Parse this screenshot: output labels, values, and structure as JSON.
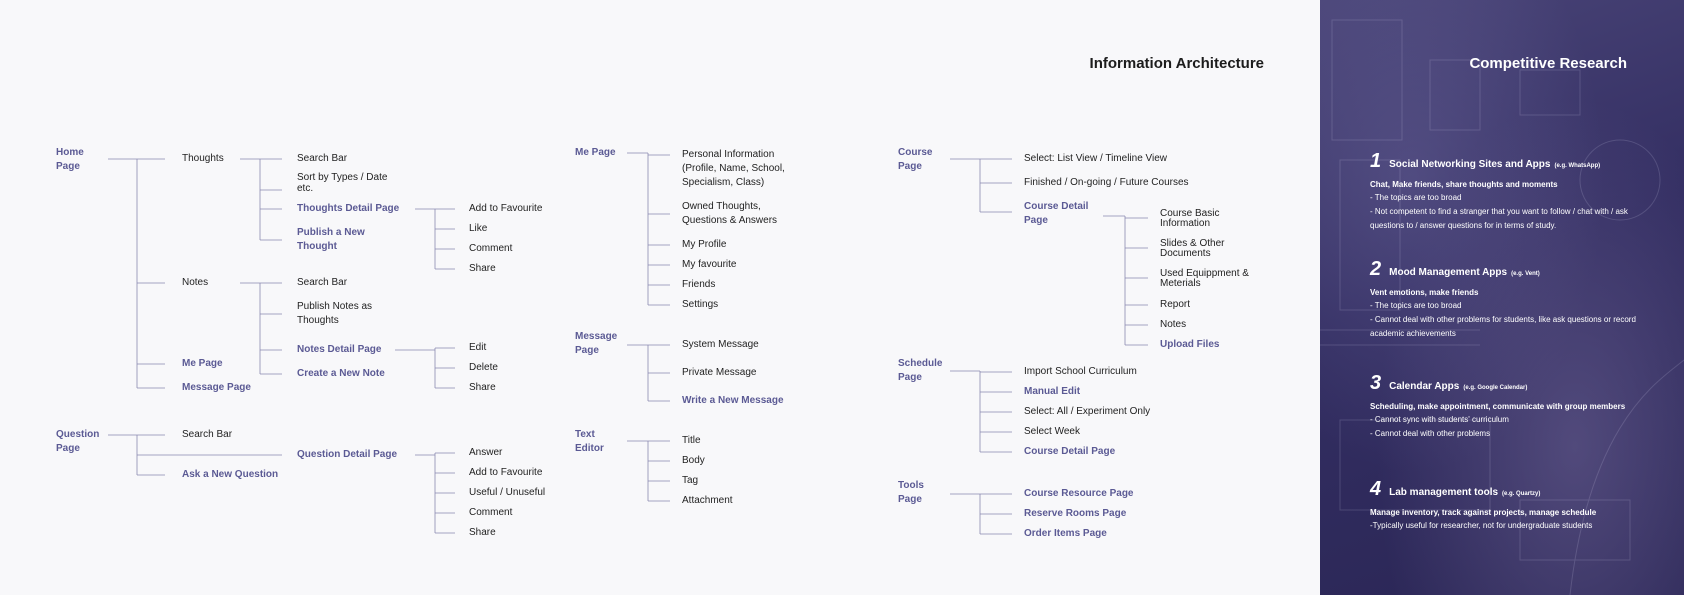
{
  "ia": {
    "title": "Information Architecture",
    "col1": {
      "home_page": "Home Page",
      "thoughts": "Thoughts",
      "thoughts_children": [
        "Search Bar",
        "Sort by Types / Date etc.",
        "Thoughts Detail Page",
        "Publish a New Thought"
      ],
      "thoughts_detail_children": [
        "Add to Favourite",
        "Like",
        "Comment",
        "Share"
      ],
      "notes": "Notes",
      "notes_children": [
        "Search Bar",
        "Publish Notes as Thoughts",
        "Notes Detail Page",
        "Create a New Note"
      ],
      "notes_detail_children": [
        "Edit",
        "Delete",
        "Share"
      ],
      "me_page": "Me Page",
      "message_page": "Message Page",
      "question_page": "Question Page",
      "question_children": [
        "Search Bar",
        "Ask a New Question"
      ],
      "question_detail": "Question Detail Page",
      "question_detail_children": [
        "Answer",
        "Add to Favourite",
        "Useful / Unuseful",
        "Comment",
        "Share"
      ]
    },
    "col2": {
      "me_page": "Me Page",
      "me_children": [
        "Personal Information (Profile, Name, School, Specialism, Class)",
        "Owned Thoughts, Questions & Answers",
        "My Profile",
        "My favourite",
        "Friends",
        "Settings"
      ],
      "message_page": "Message Page",
      "message_children": [
        "System Message",
        "Private Message",
        "Write a New Message"
      ],
      "text_editor": "Text Editor",
      "text_editor_children": [
        "Title",
        "Body",
        "Tag",
        "Attachment"
      ]
    },
    "col3": {
      "course_page": "Course Page",
      "course_children": [
        "Select: List View / Timeline View",
        "Finished / On-going / Future Courses",
        "Course Detail Page"
      ],
      "course_detail_children": [
        "Course Basic Information",
        "Slides & Other Documents",
        "Used Equippment & Meterials",
        "Report",
        "Notes",
        "Upload Files"
      ],
      "schedule_page": "Schedule Page",
      "schedule_children": [
        "Import School Curriculum",
        "Manual Edit",
        "Select: All / Experiment Only",
        "Select Week",
        "Course Detail Page"
      ],
      "tools_page": "Tools Page",
      "tools_children": [
        "Course Resource Page",
        "Reserve Rooms Page",
        "Order Items Page"
      ]
    }
  },
  "research": {
    "title": "Competitive Research",
    "items": [
      {
        "num": "1",
        "name": "Social Networking Sites and Apps",
        "example": "(e.g. WhatsApp)",
        "summary": "Chat, Make friends, share thoughts and moments",
        "points": [
          "- The topics are too broad",
          "- Not competent to find a stranger that you want to follow / chat with / ask questions to / answer questions for in terms of study."
        ]
      },
      {
        "num": "2",
        "name": "Mood Management Apps",
        "example": "(e.g. Vent)",
        "summary": "Vent emotions, make friends",
        "points": [
          "- The topics are too broad",
          "- Cannot deal with other problems for students, like ask questions or record academic achievements"
        ]
      },
      {
        "num": "3",
        "name": "Calendar Apps",
        "example": "(e.g. Google Calendar)",
        "summary": "Scheduling, make appointment, communicate with group members",
        "points": [
          "- Cannot sync with students' curriculum",
          "- Cannot deal with other problems"
        ]
      },
      {
        "num": "4",
        "name": "Lab management tools",
        "example": "(e.g. Quartzy)",
        "summary": "Manage inventory, track against projects, manage schedule",
        "points": [
          "-Typically useful for researcher, not for undergraduate students"
        ]
      }
    ]
  },
  "colors": {
    "accent": "#5b5a94",
    "text": "#222222",
    "line": "#8a89b0",
    "panel": "#332e62"
  }
}
